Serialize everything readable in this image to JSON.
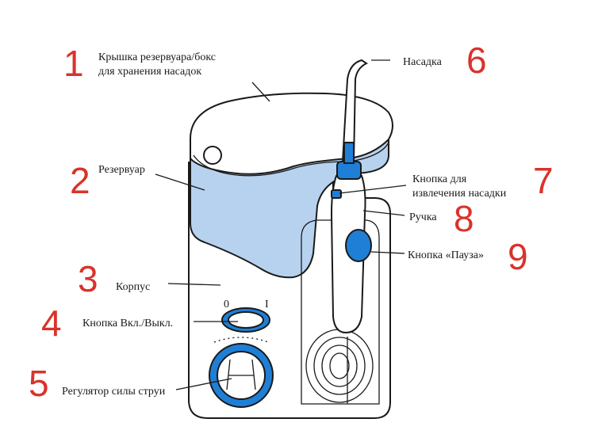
{
  "colors": {
    "number": "#d9332b",
    "water": "#b7d2ee",
    "accent_blue": "#1f7fd6",
    "outline": "#1a1a1a"
  },
  "callouts": [
    {
      "number": "1",
      "lines": [
        "Крышка резервуара/бокс",
        "для хранения насадок"
      ]
    },
    {
      "number": "2",
      "lines": [
        "Резервуар"
      ]
    },
    {
      "number": "3",
      "lines": [
        "Корпус"
      ]
    },
    {
      "number": "4",
      "lines": [
        "Кнопка Вкл./Выкл."
      ]
    },
    {
      "number": "5",
      "lines": [
        "Регулятор силы струи"
      ]
    },
    {
      "number": "6",
      "lines": [
        "Насадка"
      ]
    },
    {
      "number": "7",
      "lines": [
        "Кнопка для",
        "извлечения насадки"
      ]
    },
    {
      "number": "8",
      "lines": [
        "Ручка"
      ]
    },
    {
      "number": "9",
      "lines": [
        "Кнопка «Пауза»"
      ]
    }
  ],
  "switch_marks": {
    "off": "0",
    "on": "I"
  }
}
